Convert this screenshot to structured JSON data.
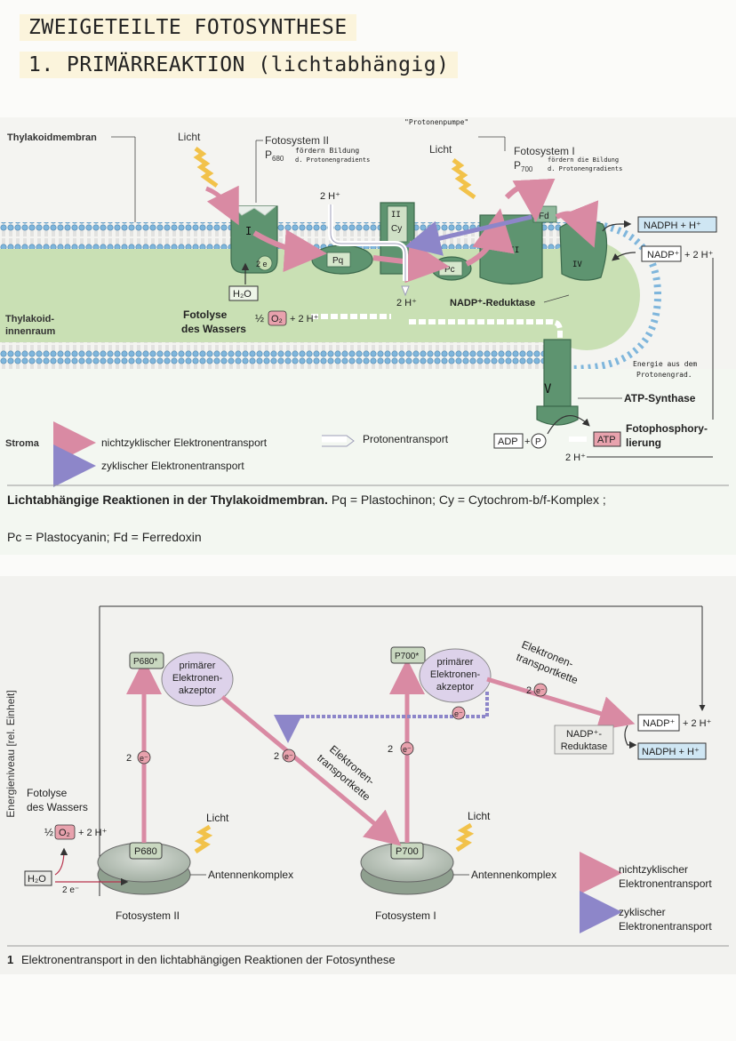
{
  "page": {
    "title1": "ZWEIGETEILTE FOTOSYNTHESE",
    "title2": "1. PRIMÄRREAKTION (lichtabhängig)"
  },
  "fig1": {
    "thylakoidmembran": "Thylakoidmembran",
    "licht1": "Licht",
    "licht2": "Licht",
    "ps2": "Fotosystem II",
    "p680": "P",
    "p680_sub": "680",
    "ps2_note1": "fördern Bildung",
    "ps2_note2": "d. Protonengradients",
    "protonenpumpe": "\"Protonenpumpe\"",
    "ps1": "Fotosystem I",
    "p700": "P",
    "p700_sub": "700",
    "ps1_note1": "fördern die Bildung",
    "ps1_note2": "d. Protonengradients",
    "h2plus_top": "2 H⁺",
    "roman1": "I",
    "roman2": "II",
    "roman3": "III",
    "roman4": "IV",
    "roman5": "V",
    "cy": "Cy",
    "pq": "Pq",
    "pc": "Pc",
    "fd": "Fd",
    "two_e": "2 e",
    "nadph": "NADPH + H⁺",
    "nadp": "NADP⁺",
    "nadp_h": "+ 2 H⁺",
    "h2o": "H₂O",
    "h2plus_mid": "2 H⁺",
    "nadp_reduktase": "NADP⁺-Reduktase",
    "thylakoid_innenraum1": "Thylakoid-",
    "thylakoid_innenraum2": "innenraum",
    "fotolyse1": "Fotolyse",
    "fotolyse2": "des Wassers",
    "half": "½",
    "o2": "O₂",
    "plus2h": "+ 2 H⁺",
    "energie1": "Energie aus dem",
    "energie2": "Protonengrad.",
    "atp_synthase": "ATP-Synthase",
    "stroma": "Stroma",
    "nichtzyklisch": "nichtzyklischer Elektronentransport",
    "zyklisch": "zyklischer Elektronentransport",
    "protonentransport": "Protonentransport",
    "adp": "ADP",
    "p": "P",
    "atp": "ATP",
    "fotophos1": "Fotophosphory-",
    "fotophos2": "lierung",
    "h2plus_bottom": "2 H⁺",
    "caption_bold": "Lichtabhängige Reaktionen in der Thylakoidmembran.",
    "caption_rest": " Pq = Plastochinon; Cy = Cytochrom-b/f-Komplex ;",
    "caption_line2": "Pc = Plastocyanin; Fd = Ferredoxin"
  },
  "fig2": {
    "yaxis": "Energieniveau [rel. Einheit]",
    "p680star": "P680*",
    "p700star": "P700*",
    "prim1": [
      "primärer",
      "Elektronen-",
      "akzeptor"
    ],
    "prim2": [
      "primärer",
      "Elektronen-",
      "akzeptor"
    ],
    "etk_top1": "Elektronen-",
    "etk_top2": "transportkette",
    "etk_mid1": "Elektronen-",
    "etk_mid2": "transportkette",
    "two_e": "2",
    "e": "e⁻",
    "nadp": "NADP⁺",
    "nadp_h": "+ 2 H⁺",
    "reduktase1": "NADP⁺-",
    "reduktase2": "Reduktase",
    "nadph": "NADPH + H⁺",
    "fotolyse1": "Fotolyse",
    "fotolyse2": "des Wassers",
    "half": "½",
    "o2": "O₂",
    "plus2h": "+ 2 H⁺",
    "h2o": "H₂O",
    "two_e_minus": "2 e⁻",
    "licht1": "Licht",
    "licht2": "Licht",
    "p680": "P680",
    "p700": "P700",
    "antenne1": "Antennenkomplex",
    "antenne2": "Antennenkomplex",
    "ps2": "Fotosystem II",
    "ps1": "Fotosystem I",
    "legend_nz1": "nichtzyklischer",
    "legend_nz2": "Elektronentransport",
    "legend_z1": "zyklischer",
    "legend_z2": "Elektronentransport",
    "caption_num": "1",
    "caption": "Elektronentransport in den lichtabhängigen Reaktionen der Fotosynthese"
  },
  "colors": {
    "membrane_green": "#c9e0b4",
    "complex_green": "#5e9470",
    "lipid_blue": "#7fb6dc",
    "pink_arrow": "#d98aa3",
    "cyclic_arrow": "#8d86c9",
    "proton_arrow": "#ffffff"
  }
}
